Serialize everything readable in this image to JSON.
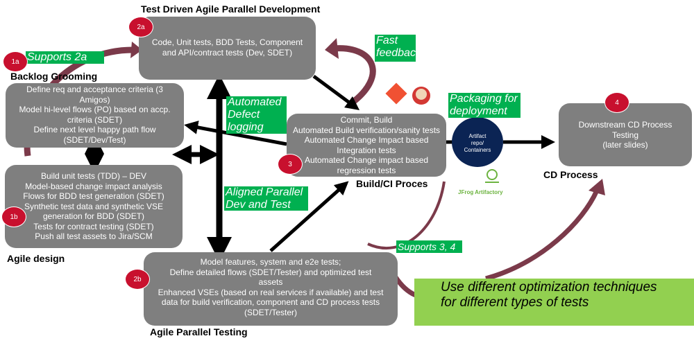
{
  "titles": {
    "tdd": "Test Driven Agile Parallel Development",
    "backlog": "Backlog Grooming",
    "agile_design": "Agile design",
    "parallel_testing": "Agile Parallel Testing",
    "build_ci": "Build/CI Proces",
    "cd": "CD Process"
  },
  "badges": {
    "b1a": "1a",
    "b1b": "1b",
    "b2a": "2a",
    "b2b": "2b",
    "b3": "3",
    "b4": "4"
  },
  "box2a": [
    "Code, Unit tests, BDD Tests, Component",
    "and API/contract tests  (Dev, SDET)"
  ],
  "box1a": [
    "Define req and acceptance criteria (3",
    "Amigos)",
    "Model hi-level flows (PO) based on accp.",
    "criteria (SDET)",
    "Define next level happy path flow",
    "(SDET/Dev/Test)"
  ],
  "box1b": [
    "Build unit tests (TDD) – DEV",
    "Model-based change impact analysis",
    "Flows for BDD test generation (SDET)",
    "Synthetic test data and synthetic VSE",
    "generation for BDD (SDET)",
    "Tests for contract testing (SDET)",
    "Push all test assets to Jira/SCM"
  ],
  "box2b": [
    "Model features, system and e2e tests;",
    "Define detailed flows (SDET/Tester) and optimized test",
    "assets",
    "Enhanced VSEs (based on real services if available) and test",
    "data for build verification, component and CD process tests",
    "(SDET/Tester)"
  ],
  "box3": [
    "Commit, Build",
    "Automated Build verification/sanity tests",
    "Automated Change Impact based",
    "Integration tests",
    "Automated Change impact based",
    "regression tests"
  ],
  "box4": [
    "Downstream CD Process",
    "Testing",
    "(later slides)"
  ],
  "artifact": [
    "Artifact",
    "repo/",
    "Containers"
  ],
  "jfrog": "JFrog Artifactory",
  "callouts": {
    "supports2a": "Supports  2a",
    "defect": "Automated Defect logging",
    "aligned": "Aligned Parallel Dev and Test",
    "fast": "Fast feedback",
    "packaging": "Packaging for deployment",
    "supports34": "Supports  3, 4",
    "optimization": "Use different optimization techniques for different types of tests"
  },
  "colors": {
    "box": "#7f7f7f",
    "green": "#00b050",
    "light_green": "#92d050",
    "badge": "#c8102e",
    "curve": "#7b3a4a",
    "artifact": "#0b2454"
  }
}
